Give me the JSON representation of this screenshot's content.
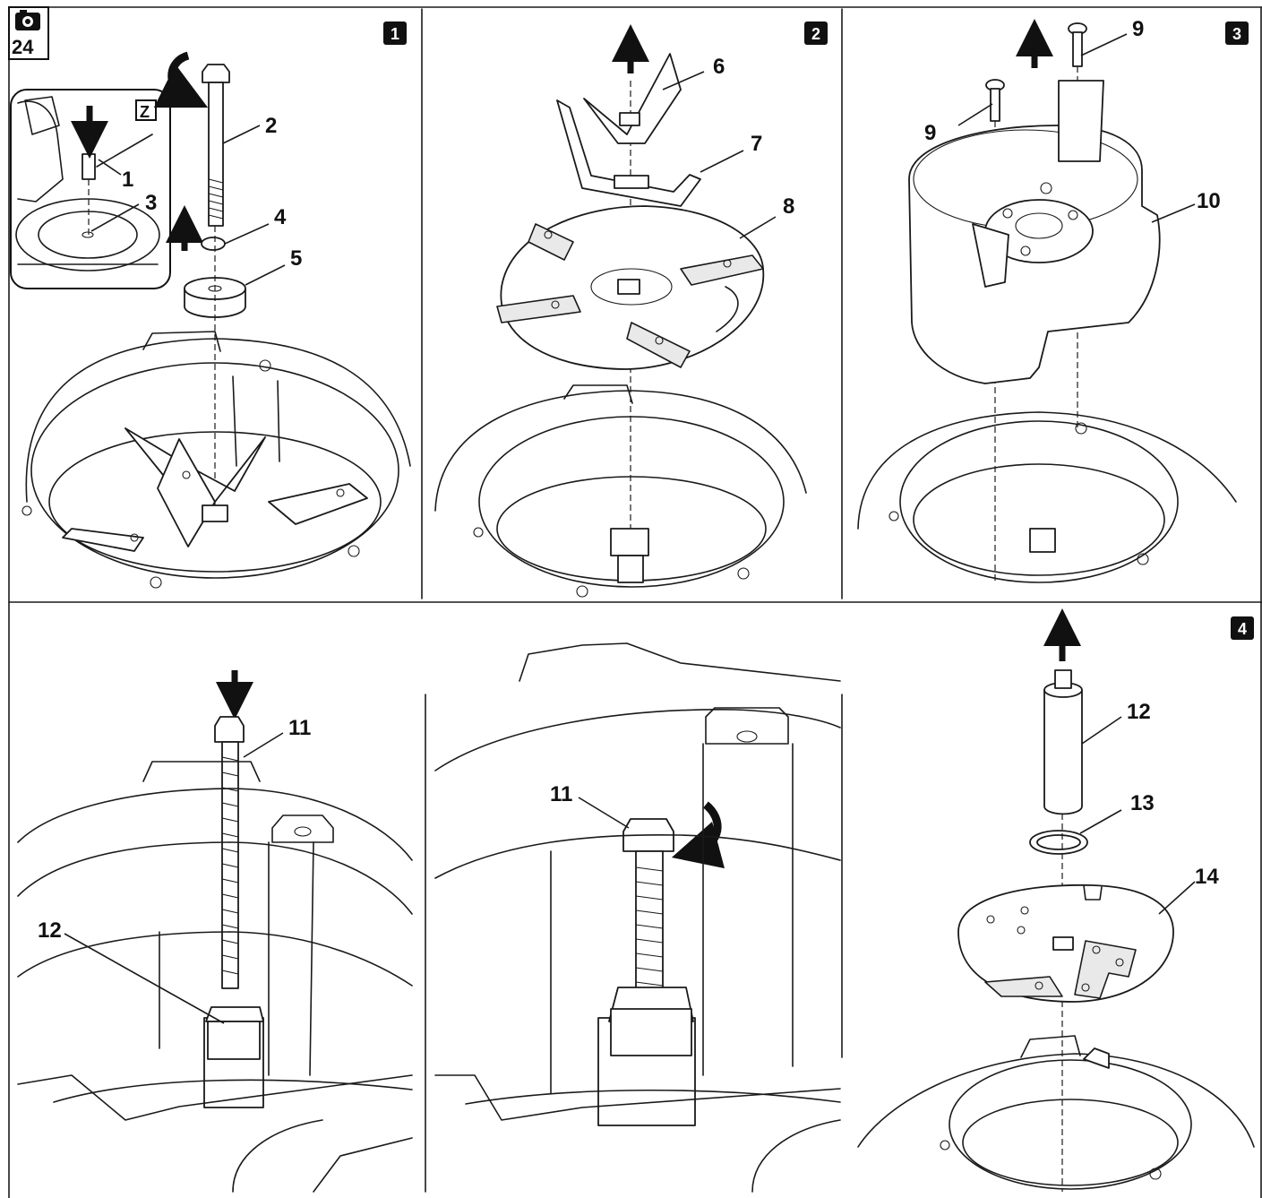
{
  "figure": {
    "number": "24",
    "camera_icon": "camera-icon",
    "inset_label": "Z"
  },
  "steps": [
    "1",
    "2",
    "3",
    "4"
  ],
  "callouts": {
    "p1": [
      "1",
      "2",
      "3",
      "4",
      "5"
    ],
    "p2": [
      "6",
      "7",
      "8"
    ],
    "p3": [
      "9",
      "9",
      "10"
    ],
    "p4a": [
      "11",
      "12"
    ],
    "p4b": [
      "11"
    ],
    "p4c": [
      "12",
      "13",
      "14"
    ]
  },
  "colors": {
    "line": "#1a1a1a",
    "badge": "#111111",
    "background": "#ffffff"
  }
}
